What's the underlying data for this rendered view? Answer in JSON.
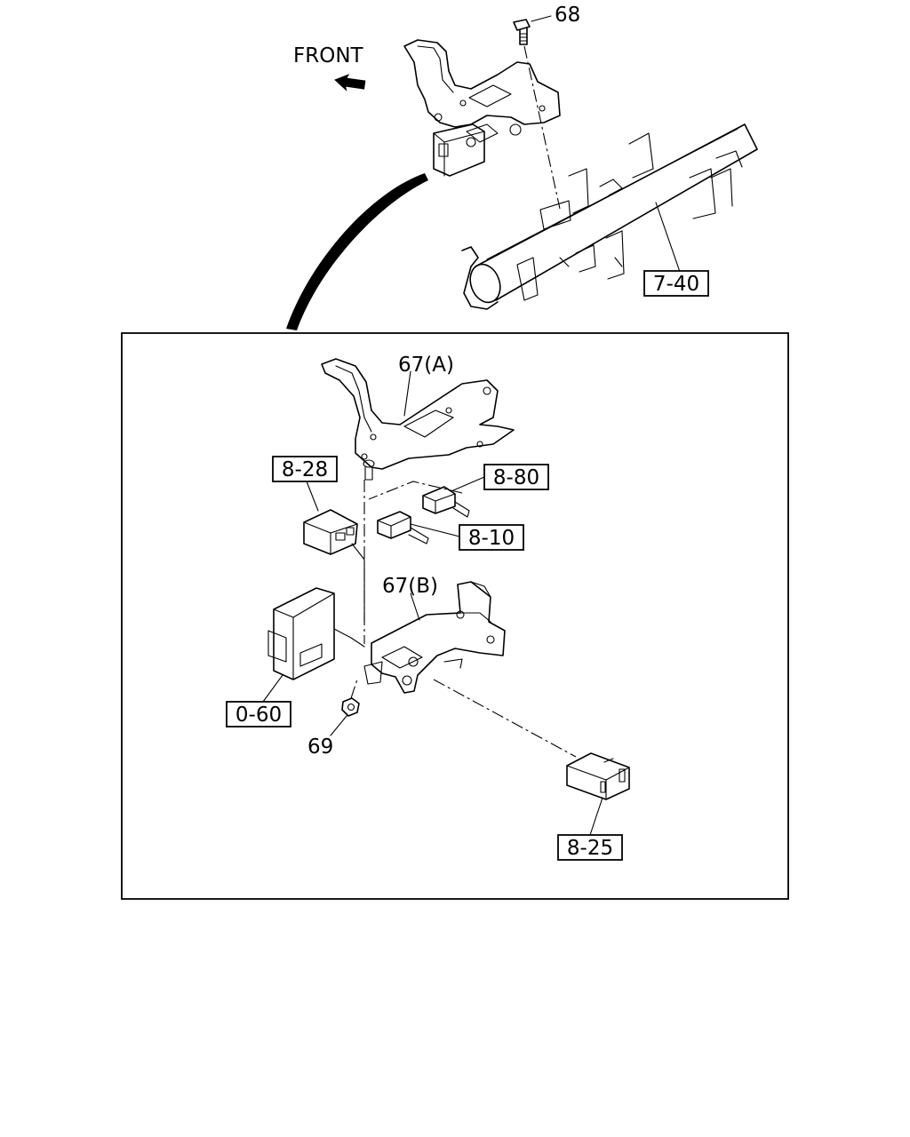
{
  "direction_label": "FRONT",
  "callouts": {
    "bolt": "68",
    "bracket_a": "67(A)",
    "bracket_b": "67(B)",
    "nut": "69"
  },
  "reference_boxes": {
    "crossmember": "7-40",
    "relay_left": "8-28",
    "connector_upper": "8-80",
    "connector_lower": "8-10",
    "control_unit": "0-60",
    "relay_bottom": "8-25"
  }
}
